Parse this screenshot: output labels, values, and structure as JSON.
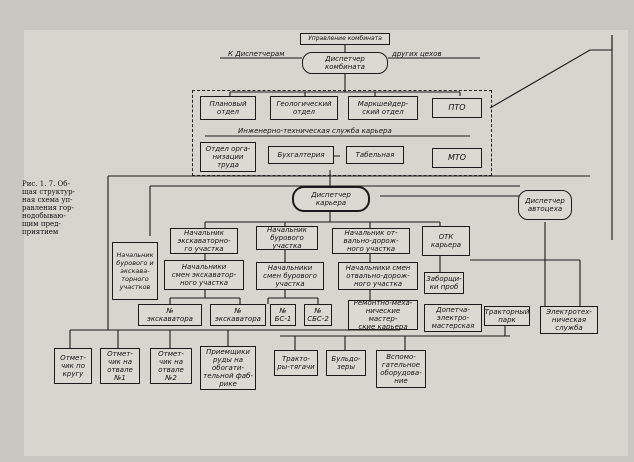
{
  "caption": "Рис. 1. 7. Об-\nщая структур-\nная схема уп-\nравления гор-\nнодобываю-\nщим пред-\nприятием",
  "labels": {
    "to_dispatcher": "К Диспетчерам",
    "other_shops": "других цехов",
    "its_service": "Инженерно-техническая служба карьера"
  },
  "boxes": {
    "top_box": "Управление комбината",
    "dispatcher_combinat": "Диспетчер\nкомбината",
    "plan_dept": "Плановый\nотдел",
    "geo_dept": "Геологический\nотдел",
    "marksh_dept": "Маркшейдер-\nский отдел",
    "pto": "ПТО",
    "org_labor": "Отдел орга-\nнизации\nтруда",
    "accounting": "Бухгалтерия",
    "timekeeping": "Табельная",
    "mto": "МТО",
    "dispatcher_quarry": "Диспетчер\nкарьера",
    "dispatcher_autobase": "Диспетчер\nавтоцеха",
    "chief_drill_blast": "Начальник\nбурового и\nэкскава-\nторного\nучастков",
    "chief_excavator_section": "Начальник\nэкскаваторно-\nго участка",
    "chief_drill_section": "Начальник\nбурового\nучастка",
    "chief_road_dept": "Начальник от-\nвально-дорож-\nного участка",
    "otk": "ОТК\nкарьера",
    "shift_chief_excavator": "Начальники\nсмен экскаватор-\nного участка",
    "shift_chief_drill": "Начальники\nсмен бурового\nучастка",
    "shift_chief_road": "Начальники смен\nотвально-дорож-\nного участка",
    "sampling": "Заборщи-\nки проб",
    "excavator_1": "№\nэкскаватора",
    "excavator_2": "№\nэкскаватора",
    "drill_1": "№\nБС-1",
    "drill_2": "№\nСБС-2",
    "repair_workshops": "Ремонтно-меха-\nнические мастер-\nские карьера",
    "repair_electric": "Допетча-\nэлектро-\nмастерская",
    "tractor_park": "Тракторный парк",
    "electro_service": "Электротех-\nническая\nслужба",
    "otk_crush": "Отмет-\nчик по\nкругу",
    "otk_dump1": "Отмет-\nчик на\nотвале №1",
    "otk_dump2": "Отмет-\nчик на\nотвале №2",
    "receivers": "Приемщики\nруды на\nобогати-\nтельной фаб-\nрике",
    "tractors": "Тракто-\nры-тягачи",
    "bulldozers": "Бульдо-\nзеры",
    "aux_equipment": "Вспомо-\nгательное\nоборудова-\nние"
  },
  "colors": {
    "paper": "#d8d5ce",
    "ink": "#1a1a1a",
    "scan": "#c9c7c2"
  }
}
